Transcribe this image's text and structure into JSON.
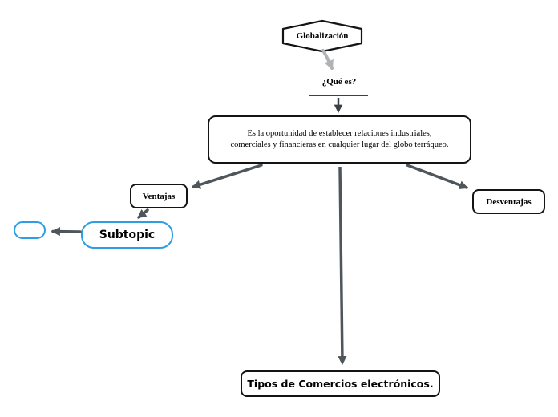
{
  "colors": {
    "background": "#ffffff",
    "node_border": "#141414",
    "node_fill": "#ffffff",
    "subtopic_border": "#2f9de2",
    "arrow_dark": "#4e565b",
    "arrow_darker": "#3a4145",
    "arrow_gray": "#b0b3b5",
    "text": "#000000"
  },
  "nodes": {
    "root": {
      "label": "Globalización",
      "shape": "hexagon"
    },
    "question": {
      "label": "¿Qué es?"
    },
    "definition": {
      "label": "Es la oportunidad de establecer relaciones industriales, comerciales y financieras en cualquier lugar del globo terráqueo."
    },
    "ventajas": {
      "label": "Ventajas"
    },
    "desventajas": {
      "label": "Desventajas"
    },
    "subtopic": {
      "label": "Subtopic"
    },
    "empty": {
      "label": ""
    },
    "tipos": {
      "label": "Tipos de Comercios electrónicos."
    }
  }
}
